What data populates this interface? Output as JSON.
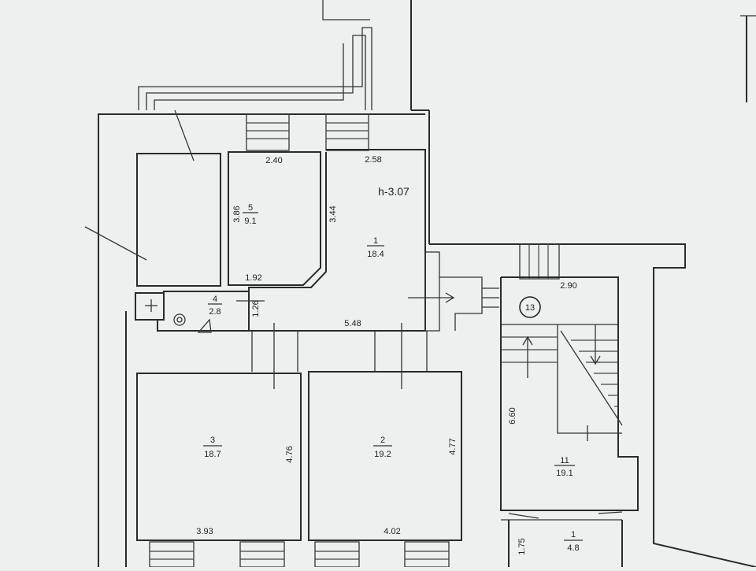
{
  "plan": {
    "height_label": "h-3.07",
    "stair_marker": "13",
    "rooms": [
      {
        "id": "room-1",
        "number": "1",
        "area": "18.4"
      },
      {
        "id": "room-2",
        "number": "2",
        "area": "19.2"
      },
      {
        "id": "room-3",
        "number": "3",
        "area": "18.7"
      },
      {
        "id": "room-4",
        "number": "4",
        "area": "2.8"
      },
      {
        "id": "room-5",
        "number": "5",
        "area": "9.1"
      },
      {
        "id": "room-11",
        "number": "11",
        "area": "19.1"
      },
      {
        "id": "room-bottom",
        "number": "1",
        "area": "4.8"
      }
    ],
    "dimensions": {
      "room5_width": "2.40",
      "room5_depth": "3.86",
      "room5_bottom": "1.92",
      "room1_top": "2.58",
      "room1_left": "3.44",
      "room1_bottom": "5.48",
      "room4_side": "1.26",
      "room3_side": "4.76",
      "room3_bottom": "3.93",
      "room2_side": "4.77",
      "room2_bottom": "4.02",
      "stair_top": "2.90",
      "stair_side": "6.60",
      "bottom_side": "1.75"
    }
  }
}
